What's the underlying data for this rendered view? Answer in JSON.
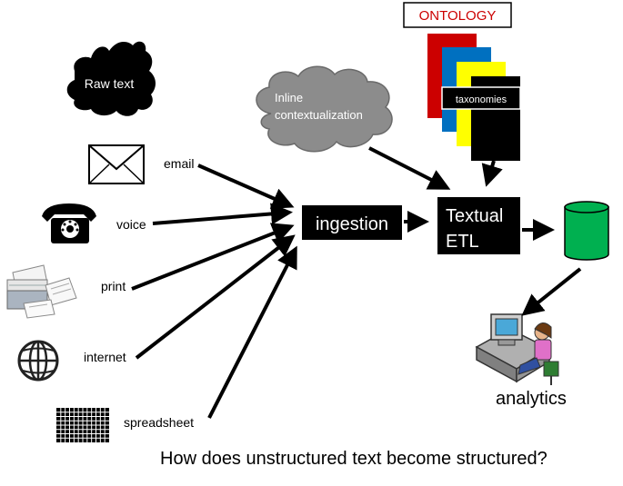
{
  "raw_text_label": "Raw text",
  "sources": [
    {
      "label": "email",
      "icon": "envelope-icon"
    },
    {
      "label": "voice",
      "icon": "telephone-icon"
    },
    {
      "label": "print",
      "icon": "paper-stack-icon"
    },
    {
      "label": "internet",
      "icon": "globe-icon"
    },
    {
      "label": "spreadsheet",
      "icon": "spreadsheet-grid-icon"
    }
  ],
  "cloud_label_line1": "Inline",
  "cloud_label_line2": "contextualization",
  "ingestion_label": "ingestion",
  "textual_etl_line1": "Textual",
  "textual_etl_line2": "ETL",
  "ontology_label": "ONTOLOGY",
  "taxonomies_label": "taxonomies",
  "analytics_label": "analytics",
  "question": "How does unstructured text become structured?",
  "colors": {
    "ontology_red": "#cc0000",
    "stack_blue": "#0070c0",
    "stack_yellow": "#ffff00",
    "database_green": "#00b050",
    "cloud_gray": "#8c8c8c"
  }
}
